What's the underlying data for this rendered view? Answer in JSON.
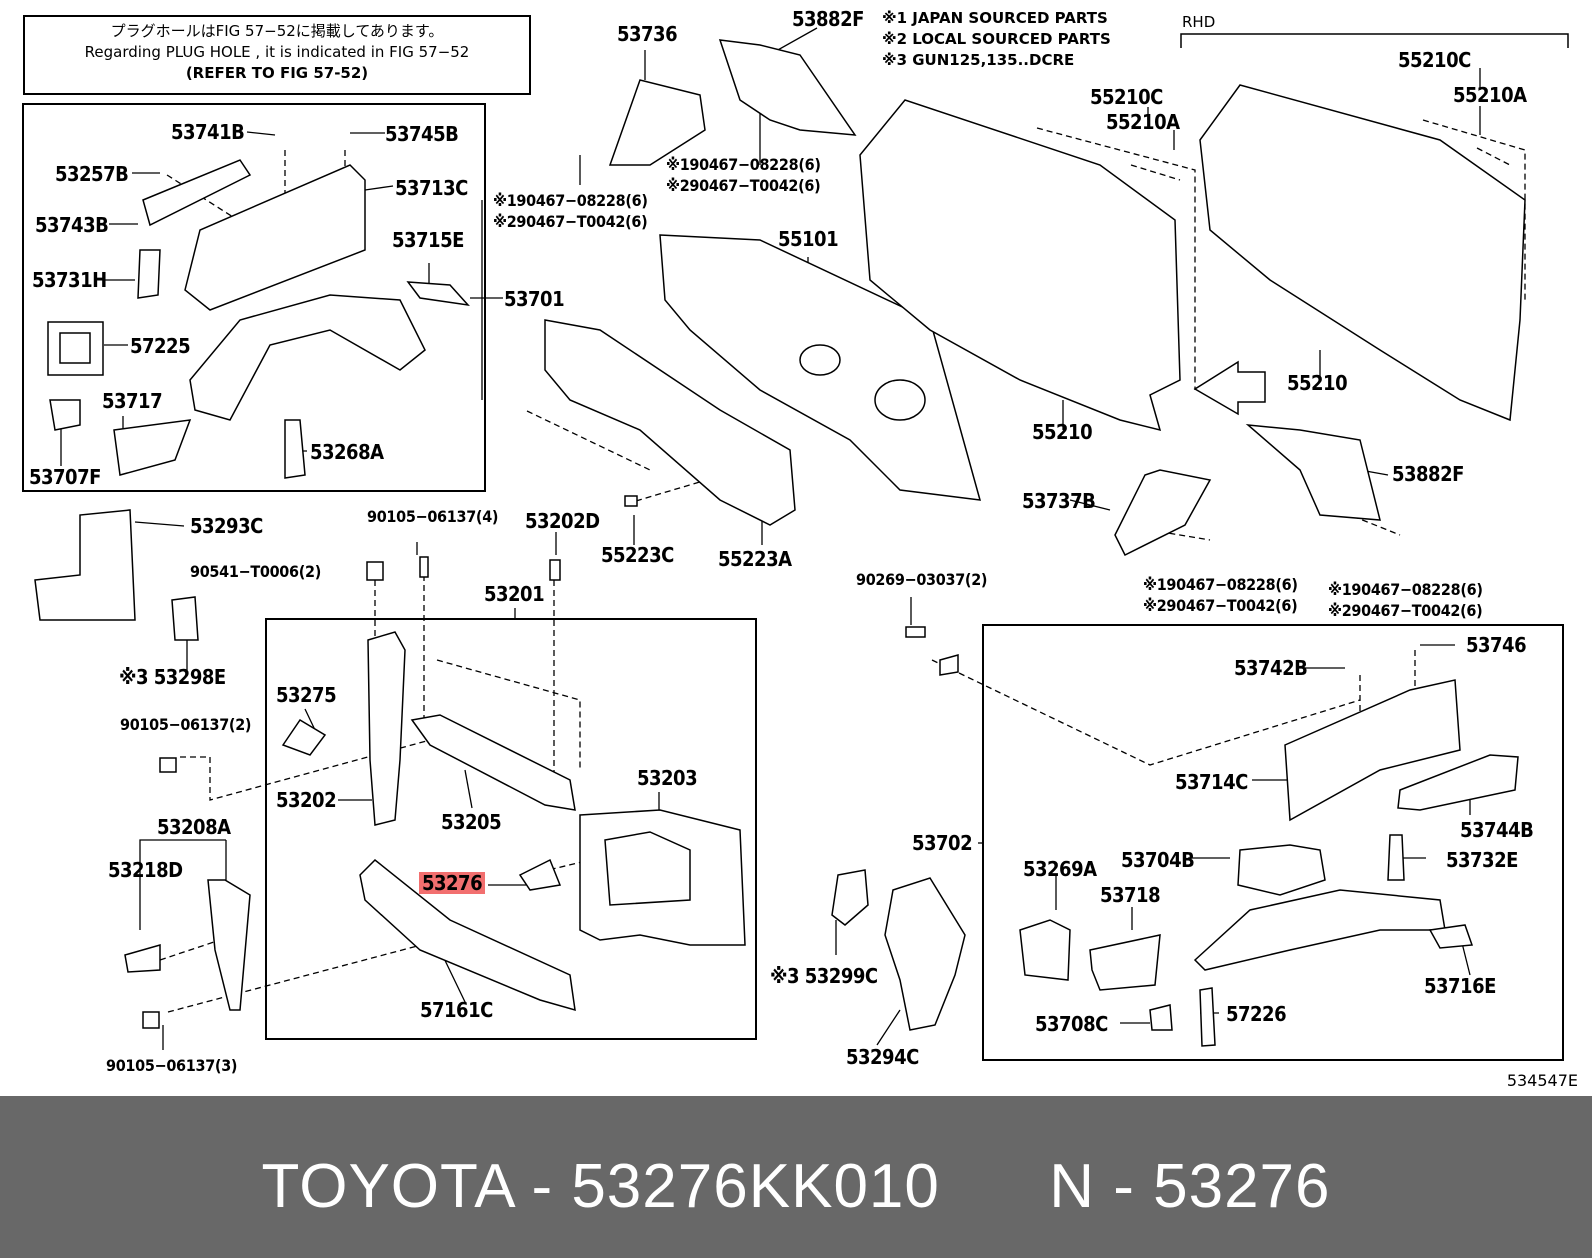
{
  "notes": {
    "plug_hole_jp": "プラグホールはFIG 57−52に掲載してあります。",
    "plug_hole_en": "Regarding  PLUG  HOLE , it is indicated in FIG  57−52",
    "refer": "(REFER TO FIG 57-52)",
    "legend_1": "※1 JAPAN SOURCED PARTS",
    "legend_2": "※2 LOCAL SOURCED PARTS",
    "legend_3": "※3 GUN125,135..DCRE",
    "rhd": "RHD"
  },
  "labels": {
    "p53741B": "53741B",
    "p53745B": "53745B",
    "p53257B": "53257B",
    "p53713C": "53713C",
    "p53743B": "53743B",
    "p53715E": "53715E",
    "p53731H": "53731H",
    "p53701": "53701",
    "p57225": "57225",
    "p53717": "53717",
    "p53707F": "53707F",
    "p53268A": "53268A",
    "p53736": "53736",
    "p53882F_top": "53882F",
    "n90467_08228_a": "※190467−08228(6)",
    "n90467_T0042_a": "※290467−T0042(6)",
    "n90467_08228_b": "※190467−08228(6)",
    "n90467_T0042_b": "※290467−T0042(6)",
    "p55101": "55101",
    "p55210C_a": "55210C",
    "p55210A_a": "55210A",
    "p55210C_b": "55210C",
    "p55210A_b": "55210A",
    "p55210_a": "55210",
    "p55210_b": "55210",
    "p53737B": "53737B",
    "p53882F_right": "53882F",
    "n90467_08228_c": "※190467−08228(6)",
    "n90467_T0042_c": "※290467−T0042(6)",
    "n90467_08228_d": "※190467−08228(6)",
    "n90467_T0042_d": "※290467−T0042(6)",
    "p55223C": "55223C",
    "p55223A": "55223A",
    "p53293C": "53293C",
    "n90541": "90541−T0006(2)",
    "n90105_4": "90105−06137(4)",
    "p53202D": "53202D",
    "p53201": "53201",
    "p53298E": "※3 53298E",
    "p53275": "53275",
    "n90105_2": "90105−06137(2)",
    "p53202": "53202",
    "p53205": "53205",
    "p53203": "53203",
    "p53276": "53276",
    "p53208A": "53208A",
    "p53218D": "53218D",
    "p57161C": "57161C",
    "n90105_3": "90105−06137(3)",
    "n90269": "90269−03037(2)",
    "p53746": "53746",
    "p53742B": "53742B",
    "p53714C": "53714C",
    "p53744B": "53744B",
    "p53702": "53702",
    "p53269A": "53269A",
    "p53704B": "53704B",
    "p53732E": "53732E",
    "p53718": "53718",
    "p53716E": "53716E",
    "p53299C": "※3 53299C",
    "p53708C": "53708C",
    "p57226": "57226",
    "p53294C": "53294C",
    "ref_code": "534547E"
  },
  "footer": {
    "text": "TOYOTA - 53276KK010      N - 53276"
  },
  "colors": {
    "highlight": "#f26f6f",
    "footer_bg": "#686868",
    "footer_text": "#ffffff"
  }
}
